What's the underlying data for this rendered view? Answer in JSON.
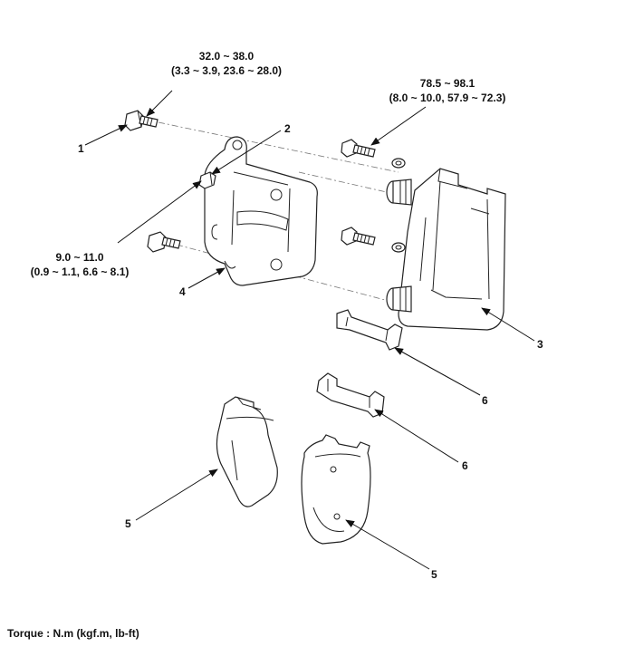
{
  "torques": {
    "t1_main": "32.0 ~ 38.0",
    "t1_sub": "(3.3 ~ 3.9, 23.6 ~ 28.0)",
    "t2_main": "78.5 ~ 98.1",
    "t2_sub": "(8.0 ~ 10.0, 57.9 ~ 72.3)",
    "t3_main": "9.0 ~ 11.0",
    "t3_sub": "(0.9 ~ 1.1, 6.6 ~ 8.1)"
  },
  "callouts": {
    "c1": "1",
    "c2": "2",
    "c3": "3",
    "c4": "4",
    "c5a": "5",
    "c5b": "5",
    "c6a": "6",
    "c6b": "6"
  },
  "footer": {
    "text": "Torque : N.m (kgf.m, lb-ft)"
  }
}
